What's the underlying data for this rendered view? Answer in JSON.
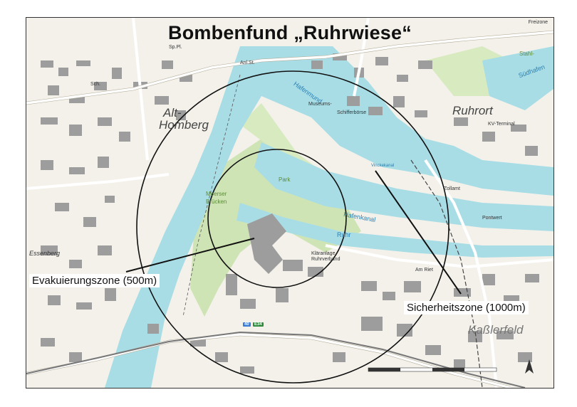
{
  "map": {
    "title": "Bombenfund „Ruhrwiese“",
    "zones": {
      "evacuation_label": "Evakuierungszone (500m)",
      "security_label": "Sicherheitszone (1000m)"
    },
    "places": {
      "alt_homberg_line1": "Alt-",
      "alt_homberg_line2": "Homberg",
      "ruhrort": "Ruhrort",
      "kasslerfeld": "Kaßlerfeld",
      "essenberg": "Essenberg",
      "freizone": "Freizone"
    },
    "water_labels": {
      "hafenmund": "Hafenmund",
      "hafenkanal": "Hafenkanal",
      "ruhr": "Ruhr",
      "vinckekanal": "Vinckekanal",
      "suedhafen": "Südhafen"
    },
    "green_labels": {
      "moerser_brueck": "Moerser",
      "moerser_brueck2": "Brücken",
      "park": "Park",
      "stahl": "Stahl-"
    },
    "small_labels": {
      "anl_st": "Anl.St.",
      "kv_terminal": "KV-Terminal",
      "zollamt": "Zollamt",
      "am_riet": "Am Riet",
      "klaeranlage": "Kläranlage",
      "ruhrverband": "Ruhrverband",
      "pontwert": "Pontwert",
      "schifferboerse": "Schifferbörse",
      "museumsschiff": "Museums-",
      "sportpl": "Sp.Pl.",
      "schule": "Sch."
    },
    "road_badges": {
      "a40": "40",
      "e34": "E34"
    },
    "colors": {
      "water": "#a8dde6",
      "land": "#f3f1ea",
      "green": "#cfe4b4",
      "building": "#9d9d9d",
      "road": "#ffffff",
      "circle": "#111111"
    }
  }
}
